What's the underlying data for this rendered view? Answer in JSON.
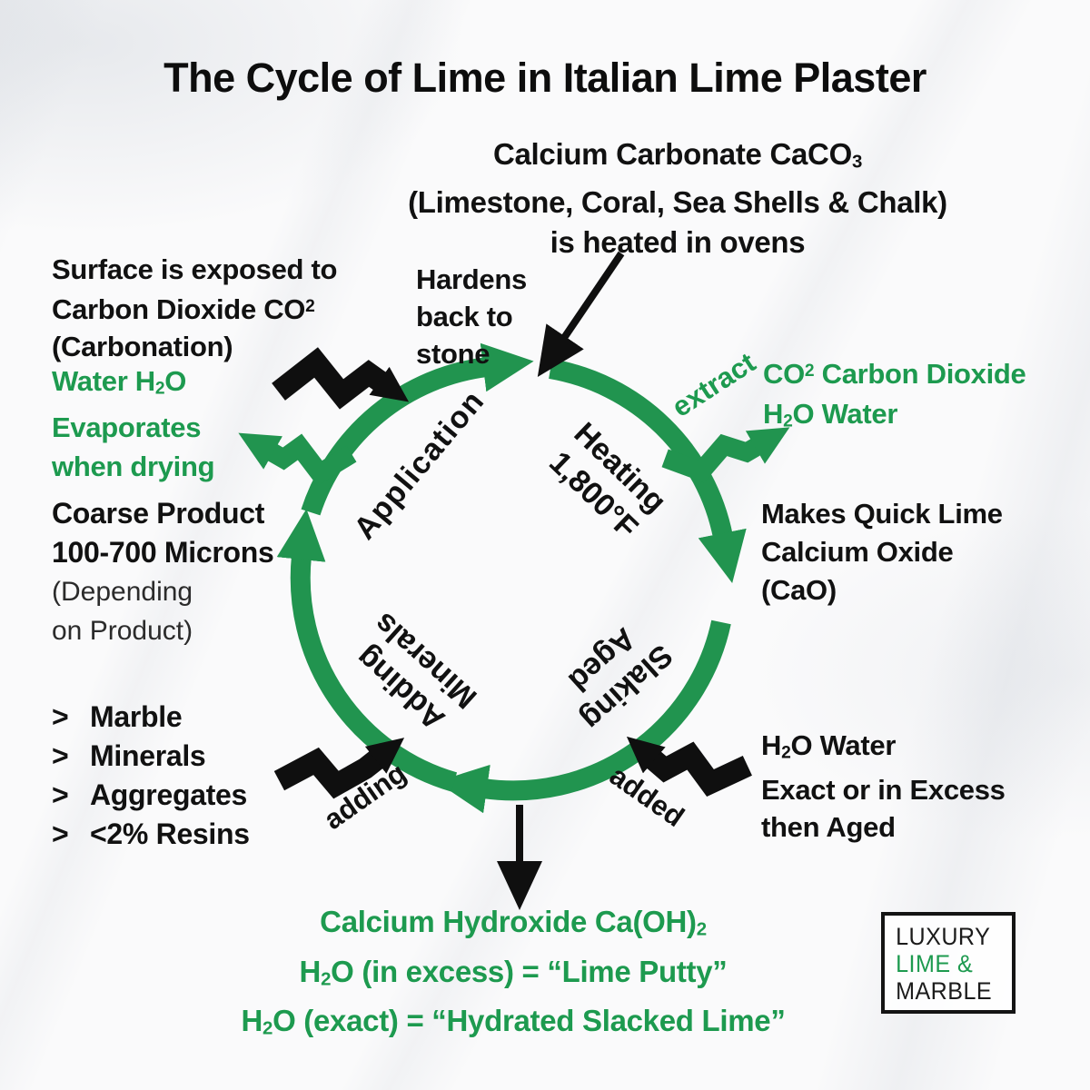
{
  "colors": {
    "green": "#1d9a4f",
    "arrow_green": "#21944f",
    "black": "#111111"
  },
  "title": "The Cycle of Lime in Italian Lime Plaster",
  "top_note": {
    "l1": [
      [
        "Calcium Carbonate CaCO",
        ""
      ],
      [
        "3",
        "sub"
      ]
    ],
    "l2": "(Limestone, Coral, Sea Shells & Chalk)",
    "l3": "is heated in ovens"
  },
  "surface_note": {
    "l1": "Surface is exposed to",
    "l2": [
      [
        "Carbon Dioxide CO",
        ""
      ],
      [
        "2",
        "sup"
      ]
    ],
    "l3": "(Carbonation)"
  },
  "water_note": {
    "l1": [
      [
        "Water H",
        ""
      ],
      [
        "2",
        "sub"
      ],
      [
        "O",
        ""
      ]
    ],
    "l2": "Evaporates",
    "l3": "when drying"
  },
  "hardens_note": {
    "l1": "Hardens",
    "l2": "back to",
    "l3": "stone"
  },
  "co2_out_note": {
    "l1": [
      [
        "CO",
        ""
      ],
      [
        "2",
        "sup"
      ],
      [
        " Carbon Dioxide",
        ""
      ]
    ],
    "l2": [
      [
        "H",
        ""
      ],
      [
        "2",
        "sub"
      ],
      [
        "O Water",
        ""
      ]
    ]
  },
  "quicklime_note": {
    "l1": "Makes Quick Lime",
    "l2": "Calcium Oxide",
    "l3": "(CaO)"
  },
  "coarse_note": {
    "l1": "Coarse Product",
    "l2": "100-700 Microns",
    "l3": "(Depending",
    "l4": "on Product)"
  },
  "additives": {
    "bullet": ">",
    "items": [
      "Marble",
      "Minerals",
      "Aggregates",
      "<2% Resins"
    ]
  },
  "water_in_note": {
    "l1": [
      [
        "H",
        ""
      ],
      [
        "2",
        "sub"
      ],
      [
        "O Water",
        ""
      ]
    ],
    "l2": "Exact or in Excess",
    "l3": "then Aged"
  },
  "result_note": {
    "l1": [
      [
        "Calcium Hydroxide Ca(OH)",
        ""
      ],
      [
        "2",
        "sub"
      ]
    ],
    "l2": [
      [
        "H",
        ""
      ],
      [
        "2",
        "sub"
      ],
      [
        "O (in excess) = “Lime Putty”",
        ""
      ]
    ],
    "l3": [
      [
        "H",
        ""
      ],
      [
        "2",
        "sub"
      ],
      [
        "O (exact) = “Hydrated Slacked Lime”",
        ""
      ]
    ]
  },
  "cycle": {
    "application": "Application",
    "heating_l1": "Heating",
    "heating_l2": "1,800°F",
    "slaking_l1": "Slaking",
    "slaking_l2": "Aged",
    "adding_l1": "Adding",
    "adding_l2": "Minerals",
    "extract": "extract",
    "adding_small": "adding",
    "added_small": "added"
  },
  "logo": {
    "l1": "LUXURY",
    "l2": "LIME &",
    "l3": "MARBLE"
  }
}
